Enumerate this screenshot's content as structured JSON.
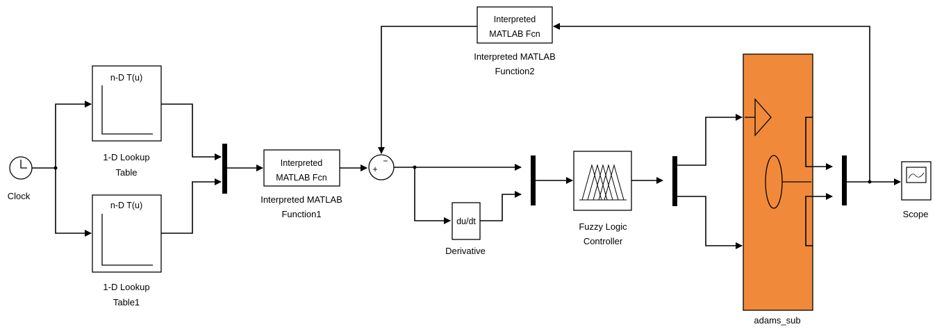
{
  "diagram": {
    "clock": {
      "label": "Clock"
    },
    "lookup1": {
      "inner": "n-D T(u)",
      "label_line1": "1-D Lookup",
      "label_line2": "Table"
    },
    "lookup2": {
      "inner": "n-D T(u)",
      "label_line1": "1-D Lookup",
      "label_line2": "Table1"
    },
    "fcn1": {
      "inner_line1": "Interpreted",
      "inner_line2": "MATLAB Fcn",
      "label_line1": "Interpreted MATLAB",
      "label_line2": "Function1"
    },
    "fcn2": {
      "inner_line1": "Interpreted",
      "inner_line2": "MATLAB Fcn",
      "label_line1": "Interpreted MATLAB",
      "label_line2": "Function2"
    },
    "sum": {
      "plus": "+",
      "minus": "−"
    },
    "derivative": {
      "inner": "du/dt",
      "label": "Derivative"
    },
    "fuzzy": {
      "label_line1": "Fuzzy Logic",
      "label_line2": "Controller"
    },
    "adams": {
      "label": "adams_sub",
      "color": "#F08A3A"
    },
    "scope": {
      "label": "Scope"
    }
  }
}
